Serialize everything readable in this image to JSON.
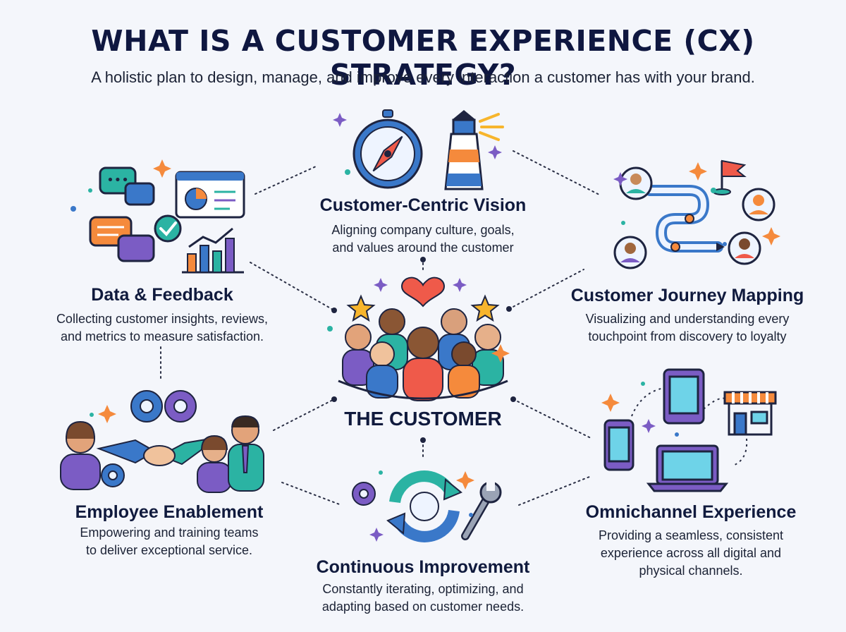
{
  "title": "WHAT IS A CUSTOMER EXPERIENCE (CX) STRATEGY?",
  "subtitle": "A holistic plan to design, manage, and improve every interaction a customer has with your brand.",
  "center": {
    "label": "THE CUSTOMER"
  },
  "nodes": [
    {
      "id": "vision",
      "label": "Customer-Centric Vision",
      "desc": [
        "Aligning company culture, goals,",
        "and values around the customer"
      ],
      "icons": [
        "compass-icon",
        "lighthouse-icon"
      ]
    },
    {
      "id": "data",
      "label": "Data & Feedback",
      "desc": [
        "Collecting customer insights, reviews,",
        "and metrics to measure satisfaction."
      ],
      "icons": [
        "chat-bubbles-icon",
        "dashboard-icon",
        "checkmark-icon",
        "bar-chart-icon"
      ]
    },
    {
      "id": "journey",
      "label": "Customer  Journey Mapping",
      "desc": [
        "Visualizing and understanding every",
        "touchpoint from discovery to loyalty"
      ],
      "icons": [
        "journey-path-icon",
        "flag-icon",
        "person-avatar-icon"
      ]
    },
    {
      "id": "employee",
      "label": "Employee Enablement",
      "desc": [
        "Empowering and training teams",
        "to deliver exceptional service."
      ],
      "icons": [
        "gears-icon",
        "handshake-icon",
        "team-icon"
      ]
    },
    {
      "id": "omni",
      "label": "Omnichannel Experience",
      "desc": [
        "Providing a seamless, consistent",
        "experience across all digital and",
        "physical channels."
      ],
      "icons": [
        "phone-icon",
        "tablet-icon",
        "laptop-icon",
        "store-icon"
      ]
    },
    {
      "id": "improve",
      "label": "Continuous Improvement",
      "desc": [
        "Constantly iterating, optimizing, and",
        "adapting based on customer needs."
      ],
      "icons": [
        "cycle-arrows-icon",
        "gear-icon",
        "wrench-icon"
      ]
    }
  ],
  "colors": {
    "navy": "#0f1740",
    "orange": "#f58a3c",
    "teal": "#2bb3a3",
    "blue": "#3a78c9",
    "purple": "#7b5cc4",
    "heart": "#ef5a4a",
    "star": "#f7b52c"
  }
}
